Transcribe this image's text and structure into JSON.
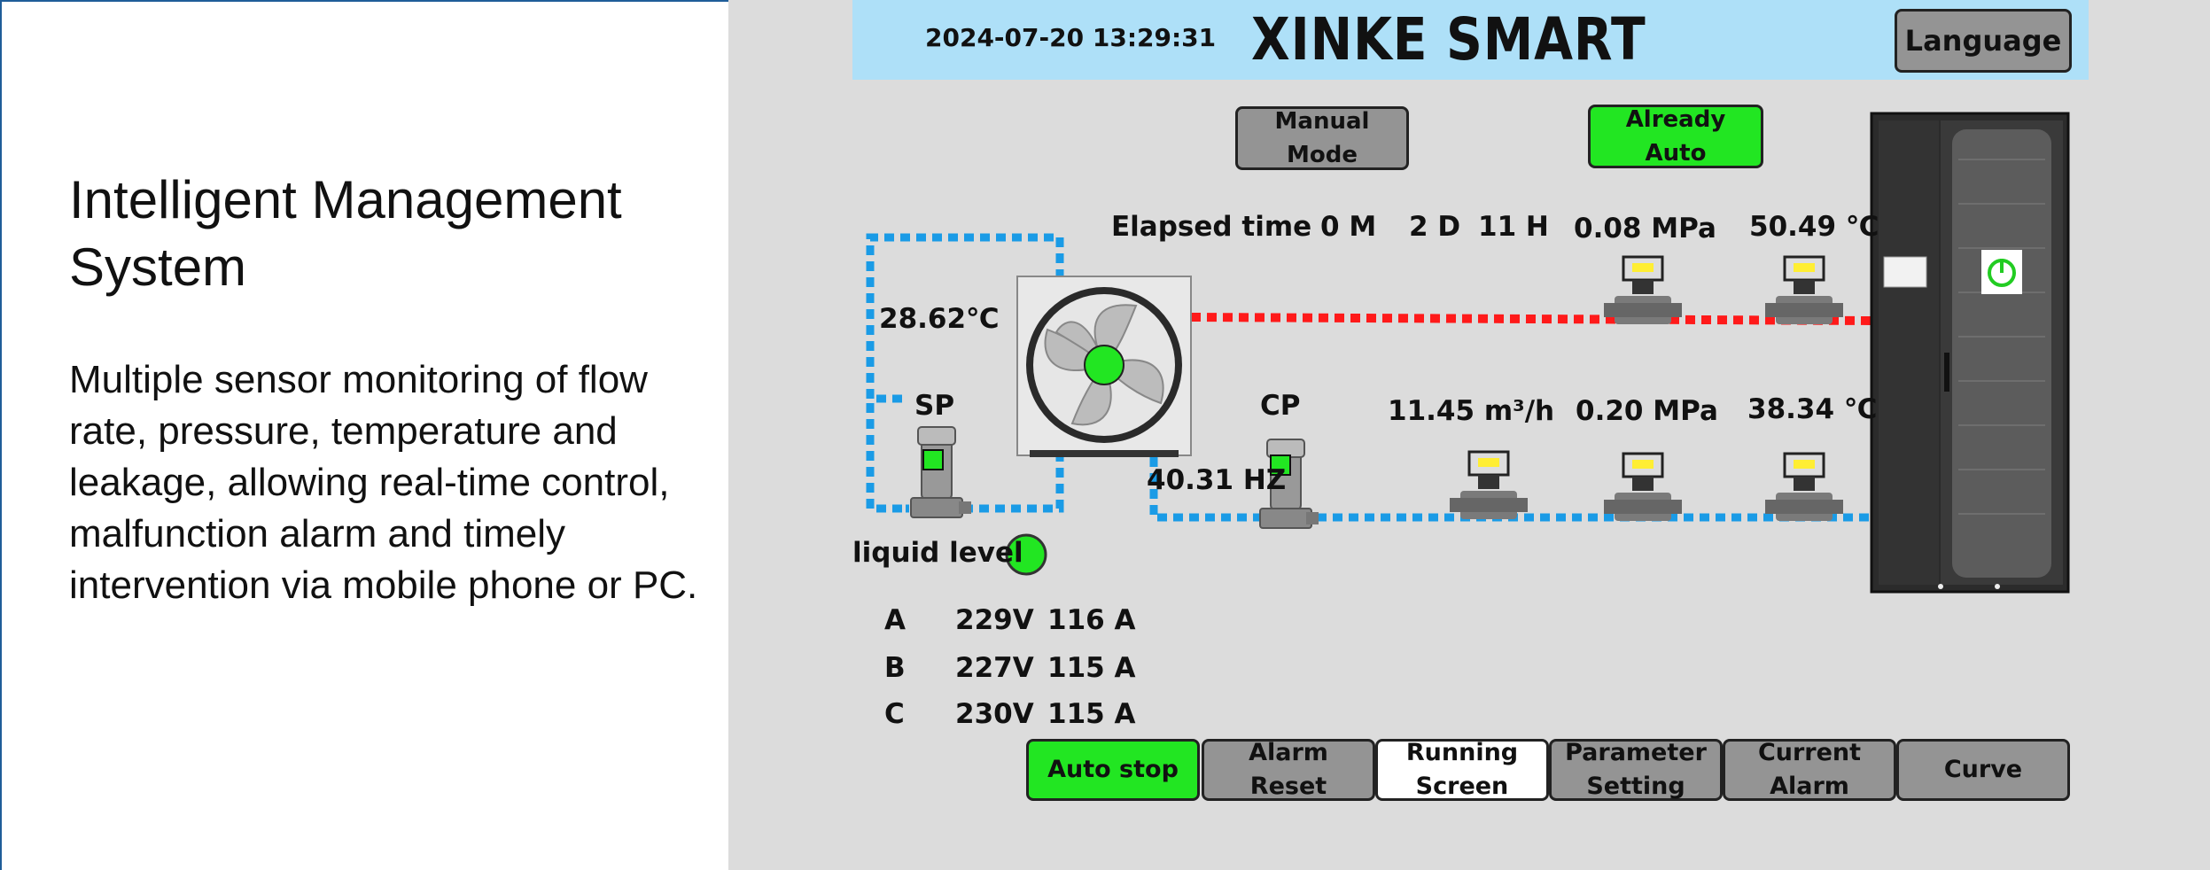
{
  "left_panel": {
    "title": "Intelligent Management System",
    "description": "Multiple sensor monitoring of flow rate, pressure, temperature and leakage, allowing real-time control, malfunction alarm and timely intervention via mobile phone or PC."
  },
  "header": {
    "datetime": "2024-07-20 13:29:31",
    "brand": "XINKE SMART",
    "language_label": "Language"
  },
  "mode": {
    "manual_label": "Manual\nMode",
    "auto_label": "Already\nAuto"
  },
  "readings": {
    "elapsed_label": "Elapsed time",
    "elapsed_months": "0 M",
    "elapsed_days": "2 D",
    "elapsed_hours": "11 H",
    "hot_pressure": "0.08 MPa",
    "hot_temperature": "50.49 ℃",
    "loop_temperature": "28.62℃",
    "sp_label": "SP",
    "cp_label": "CP",
    "cp_frequency": "40.31 HZ",
    "flow_rate": "11.45 m³/h",
    "cold_pressure": "0.20 MPa",
    "cold_temperature": "38.34 ℃",
    "liquid_level_label": "liquid level"
  },
  "phases": [
    {
      "phase": "A",
      "voltage": "229V",
      "current": "116 A"
    },
    {
      "phase": "B",
      "voltage": "227V",
      "current": "115 A"
    },
    {
      "phase": "C",
      "voltage": "230V",
      "current": "115 A"
    }
  ],
  "bottom_nav": {
    "auto_stop": "Auto stop",
    "alarm_reset": "Alarm\nReset",
    "running_screen": "Running\nScreen",
    "parameter_setting": "Parameter\nSetting",
    "current_alarm": "Current\nAlarm",
    "curve": "Curve"
  },
  "colors": {
    "header_bg": "#aee0f8",
    "screen_bg": "#dcdcdc",
    "active_green": "#22e622",
    "hot_line": "#ff1a1a",
    "cold_line": "#1a9be6",
    "button_gray": "#949494"
  },
  "icons": [
    "fan-icon",
    "pump-icon",
    "sensor-icon",
    "cabinet-icon",
    "power-icon",
    "status-indicator-icon"
  ]
}
